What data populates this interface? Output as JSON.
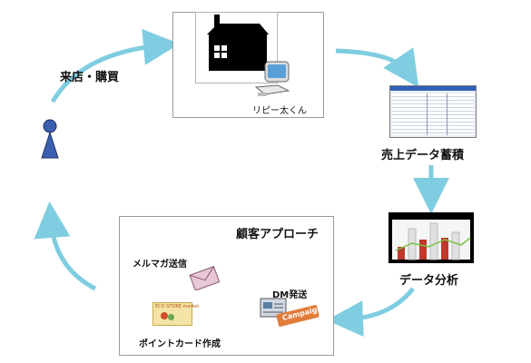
{
  "labels": {
    "visit_purchase": "来店・購買",
    "repeat_software": "リピー太くん",
    "sales_data": "売上データ蓄積",
    "data_analysis": "データ分析",
    "customer_approach": "顧客アプローチ",
    "mail_magazine": "メルマガ送信",
    "dm": "DM発送",
    "point_card": "ポイントカード作成",
    "campaign_tag": "Campaign",
    "card_brand": "ECO STORE market"
  },
  "colors": {
    "arrow": "#7fcde0",
    "person": "#3a5fb0",
    "bar_red": "#c0392b",
    "bar_gray": "#e8e8e8",
    "chart_line": "#7ac142"
  },
  "icons": {
    "person": "person-icon",
    "shop": "shop-icon",
    "computer": "computer-icon",
    "envelope": "envelope-icon",
    "dm": "dm-postcard-icon",
    "point_card": "point-card-icon"
  }
}
